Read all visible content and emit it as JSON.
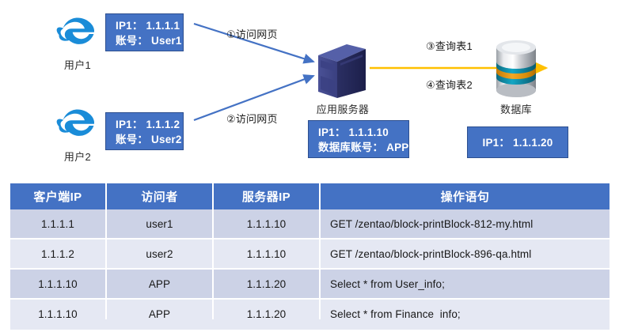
{
  "diagram": {
    "users": [
      {
        "icon": "internet-explorer-icon",
        "caption": "用户1",
        "box": {
          "line1": "IP1： 1.1.1.1",
          "line2": "账号： User1"
        },
        "flow_label": "①访问网页"
      },
      {
        "icon": "internet-explorer-icon",
        "caption": "用户2",
        "box": {
          "line1": "IP1： 1.1.1.2",
          "line2": "账号： User2"
        },
        "flow_label": "②访问网页"
      }
    ],
    "app_server": {
      "icon": "server-tower-icon",
      "caption": "应用服务器",
      "box": {
        "line1": "IP1： 1.1.1.10",
        "line2": "数据库账号： APP"
      }
    },
    "database": {
      "icon": "database-cylinder-icon",
      "caption": "数据库",
      "box": {
        "line1": "IP1： 1.1.1.20"
      }
    },
    "db_flow_labels": [
      "③查询表1",
      "④查询表2"
    ],
    "colors": {
      "box_blue": "#4472C4",
      "arrow_blue": "#4472C4",
      "arrow_orange": "#FFC000",
      "header_blue": "#4472C4",
      "row_dark": "#ccd2e6",
      "row_light": "#e5e8f3"
    }
  },
  "table": {
    "headers": [
      "客户端IP",
      "访问者",
      "服务器IP",
      "操作语句"
    ],
    "rows": [
      [
        "1.1.1.1",
        "user1",
        "1.1.1.10",
        "GET  /zentao/block-printBlock-812-my.html"
      ],
      [
        "1.1.1.2",
        "user2",
        "1.1.1.10",
        "GET  /zentao/block-printBlock-896-qa.html"
      ],
      [
        "1.1.1.10",
        "APP",
        "1.1.1.20",
        "Select  *  from  User_info;"
      ],
      [
        "1.1.1.10",
        "APP",
        "1.1.1.20",
        "Select  *  from  Finance_info;"
      ]
    ]
  }
}
